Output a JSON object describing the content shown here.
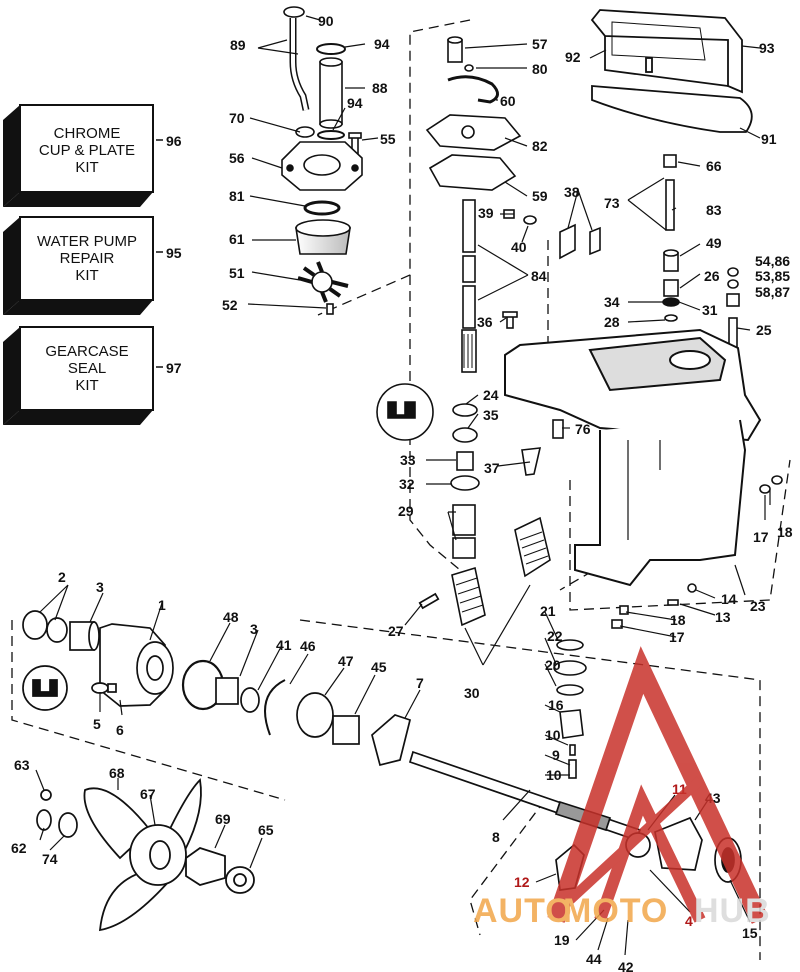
{
  "colors": {
    "ink": "#111111",
    "watermark_red": "#c8312a",
    "watermark_orange": "#f2a64a"
  },
  "kits": [
    {
      "id": "96",
      "lines": [
        "CHROME",
        "CUP & PLATE",
        "KIT"
      ]
    },
    {
      "id": "95",
      "lines": [
        "WATER PUMP",
        "REPAIR",
        "KIT"
      ]
    },
    {
      "id": "97",
      "lines": [
        "GEARCASE",
        "SEAL",
        "KIT"
      ]
    }
  ],
  "callouts": [
    "90",
    "89",
    "94",
    "88",
    "57",
    "80",
    "60",
    "82",
    "59",
    "93",
    "92",
    "91",
    "70",
    "94",
    "55",
    "56",
    "66",
    "81",
    "73",
    "83",
    "61",
    "39",
    "40",
    "38",
    "49",
    "51",
    "26",
    "54,86",
    "53,85",
    "58,87",
    "84",
    "52",
    "34",
    "31",
    "28",
    "36",
    "25",
    "24",
    "35",
    "76",
    "33",
    "37",
    "32",
    "29",
    "18",
    "17",
    "2",
    "3",
    "1",
    "48",
    "3",
    "41",
    "46",
    "47",
    "45",
    "7",
    "27",
    "21",
    "22",
    "20",
    "14",
    "23",
    "13",
    "18",
    "17",
    "30",
    "5",
    "6",
    "16",
    "10",
    "9",
    "10",
    "63",
    "68",
    "67",
    "11",
    "43",
    "62",
    "74",
    "69",
    "65",
    "8",
    "12",
    "4",
    "19",
    "15",
    "44",
    "42"
  ],
  "watermark": {
    "part1": "AUTO",
    "part2": "MOTO",
    "part3": "HUB"
  },
  "icons": [
    "seal-detail-icon",
    "seal-detail-icon"
  ]
}
